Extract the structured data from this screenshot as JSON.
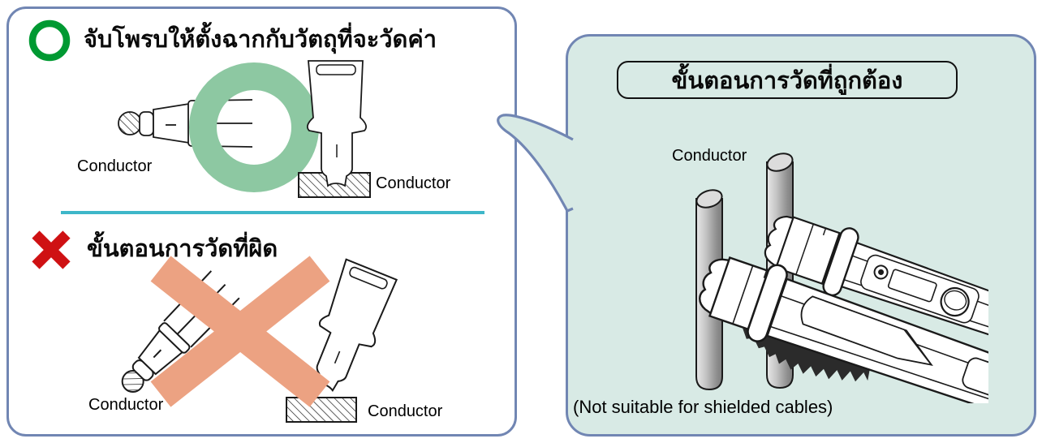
{
  "left_panel": {
    "correct": {
      "icon": "green-circle-ok",
      "title": "จับโพรบให้ตั้งฉากกับวัตถุที่จะวัดค่า",
      "conductor_left": "Conductor",
      "conductor_right": "Conductor"
    },
    "incorrect": {
      "icon": "red-cross-wrong",
      "title": "ขั้นตอนการวัดที่ผิด",
      "conductor_left": "Conductor",
      "conductor_right": "Conductor"
    }
  },
  "right_panel": {
    "title": "ขั้นตอนการวัดที่ถูกต้อง",
    "conductor": "Conductor",
    "note": "(Not suitable for shielded cables)"
  },
  "colors": {
    "panel_border": "#7186b3",
    "bubble_fill": "#d8eae5",
    "ok_green": "#009932",
    "ring_green": "#8dc8a2",
    "error_red": "#cf1113",
    "cross_salmon": "#eca282",
    "divider_teal": "#3eb7c9"
  }
}
